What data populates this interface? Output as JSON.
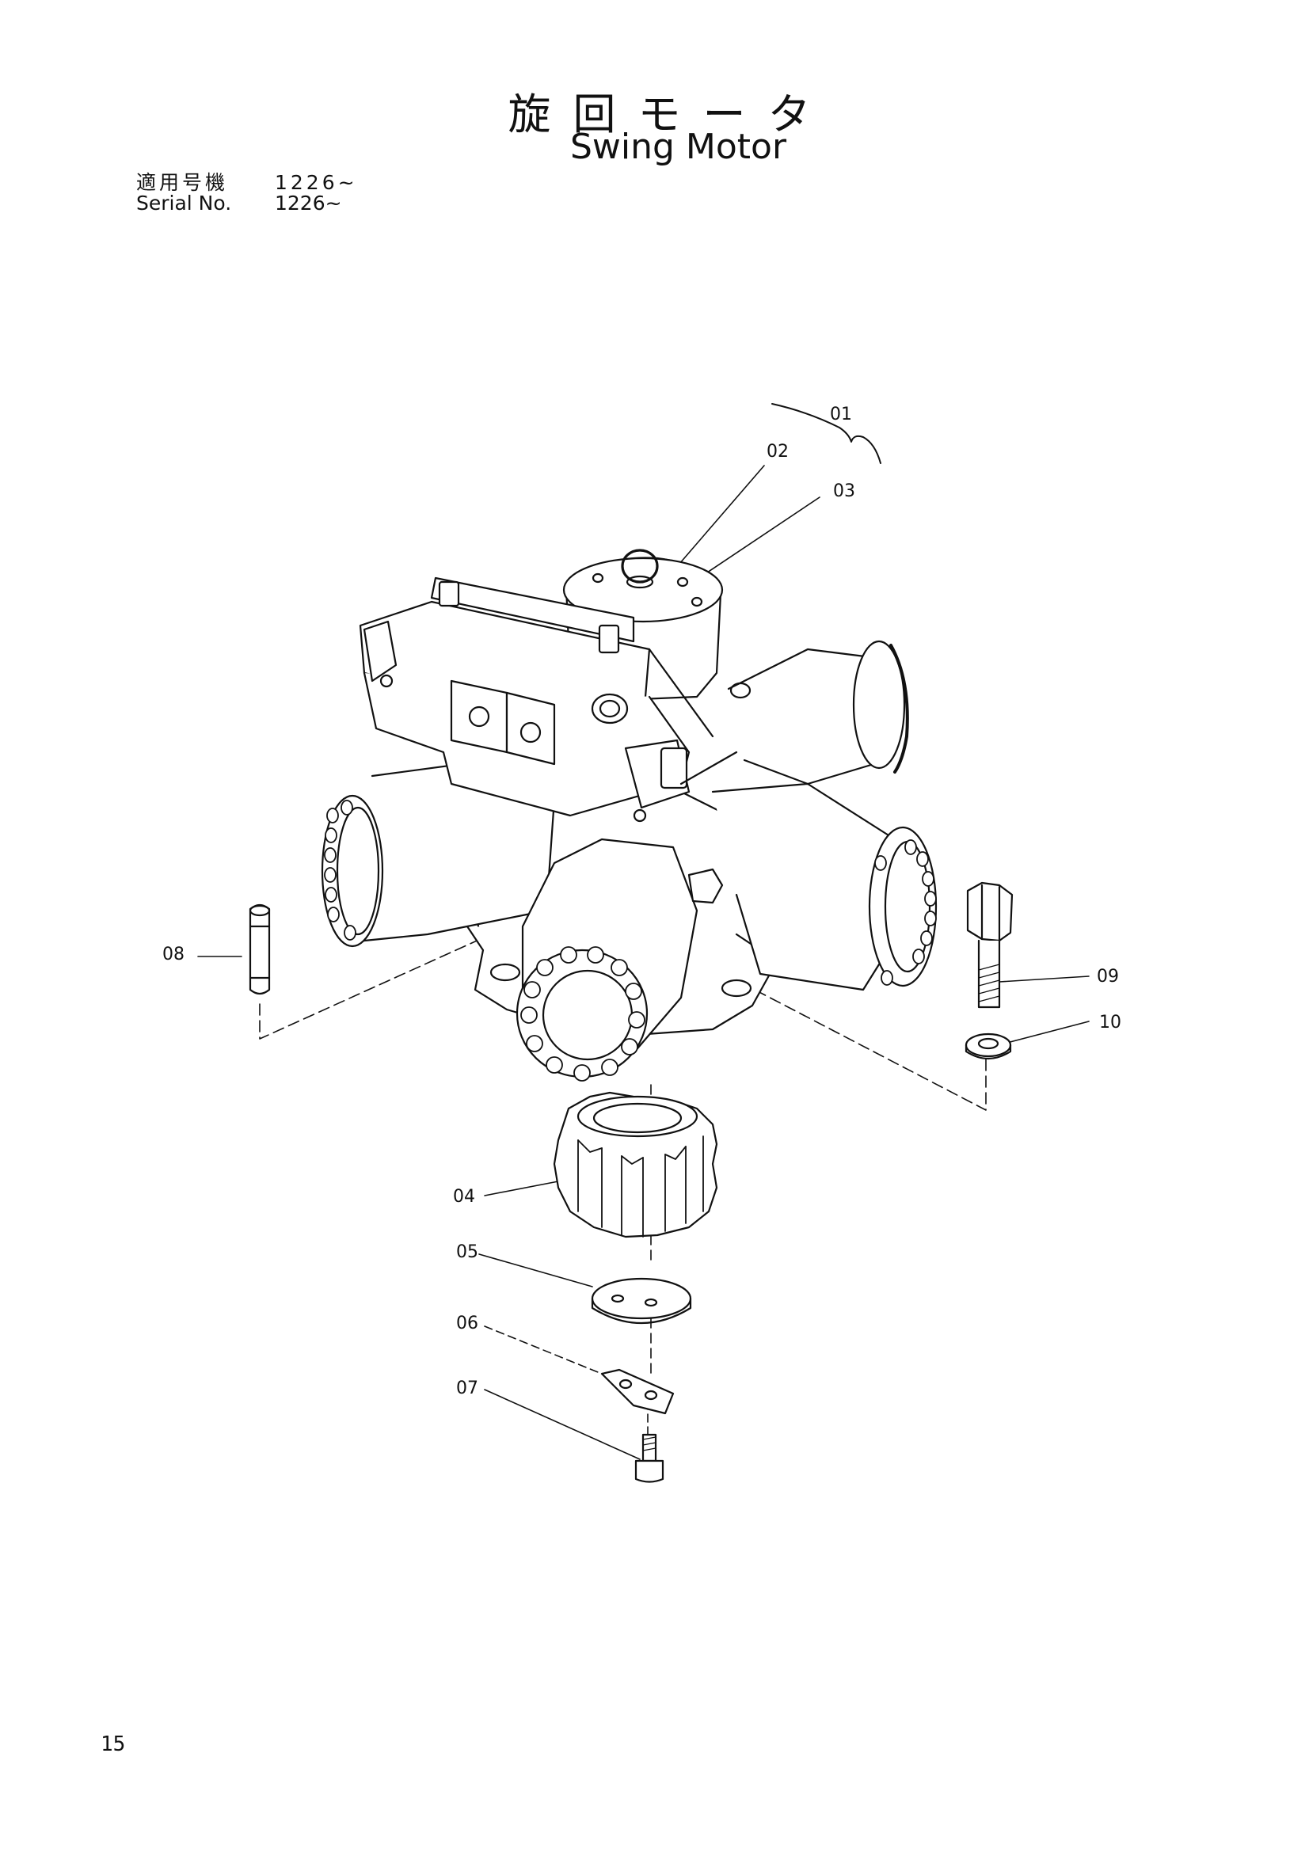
{
  "title_jp": "旋回モータ",
  "title_en": "Swing Motor",
  "serial": {
    "label_jp": "適用号機",
    "value_jp": "1226~",
    "label_en": "Serial No.",
    "value_en": "1226~"
  },
  "callouts": {
    "c01": "01",
    "c02": "02",
    "c03": "03",
    "c04": "04",
    "c05": "05",
    "c06": "06",
    "c07": "07",
    "c08": "08",
    "c09": "09",
    "c10": "10"
  },
  "page_number": "15"
}
